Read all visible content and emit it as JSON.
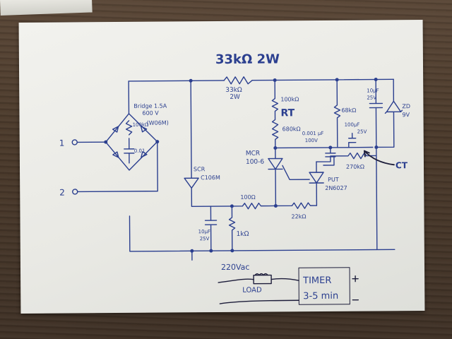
{
  "labels": {
    "title": "33kΩ 2W",
    "r_top_value": "33kΩ",
    "r_top_power": "2W",
    "bridge_1": "Bridge 1.5A",
    "bridge_2": "600 V",
    "bridge_3": "(W06M)",
    "bridge_r": "100kΩ",
    "bridge_c": "0.01",
    "input_1": "1",
    "input_2": "2",
    "scr_1": "SCR",
    "scr_2": "C106M",
    "r_100k": "100kΩ",
    "rt": "RT",
    "r_680k": "680kΩ",
    "mcr_1": "MCR",
    "mcr_2": "100-6",
    "cap_001_1": "0.001 μF",
    "cap_001_2": "100V",
    "r_68k": "68kΩ",
    "cap_100u_1": "100μF",
    "cap_100u_2": "25V",
    "cap_10u_top_1": "10μF",
    "cap_10u_top_2": "25V",
    "zener_1": "ZD",
    "zener_2": "9V",
    "ct": "CT",
    "r_270k": "270kΩ",
    "put_1": "PUT",
    "put_2": "2N6027",
    "r_100": "100Ω",
    "r_22k": "22kΩ",
    "cap_10u_bot_1": "10μF",
    "cap_10u_bot_2": "25V",
    "r_1k": "1kΩ",
    "vac": "220Vac",
    "load": "LOAD",
    "timer_1": "TIMER",
    "timer_2": "3-5 min"
  },
  "colors": {
    "ink": "#2b3f8f",
    "ink_dark": "#1d1d3a",
    "paper": "#eeeeea"
  }
}
